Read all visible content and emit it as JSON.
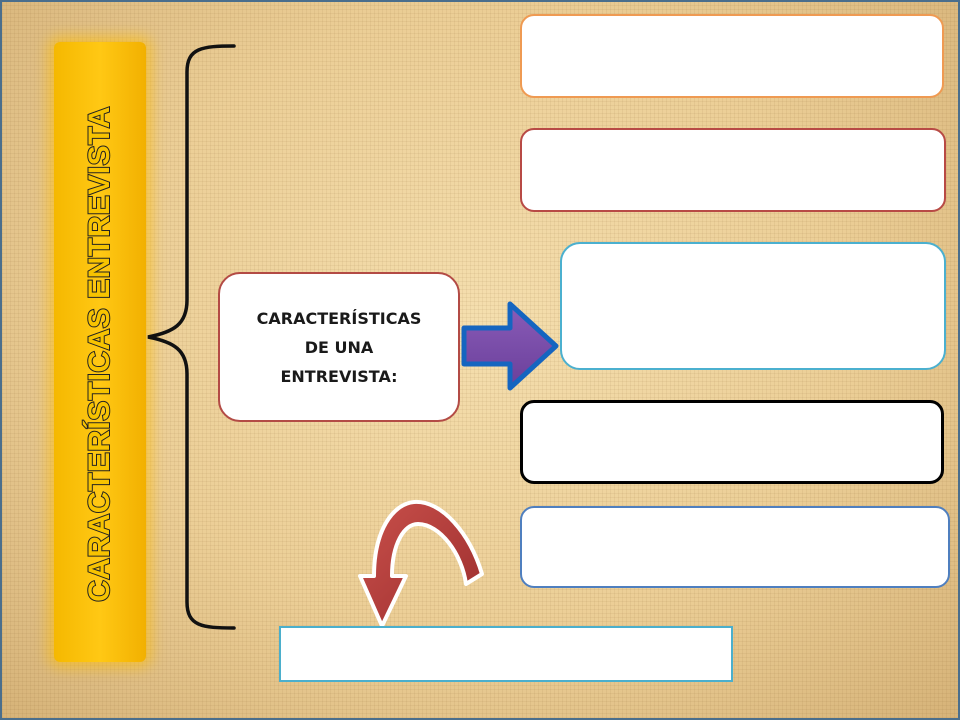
{
  "title": "CARACTERÍSTICAS ENTREVISTA",
  "center_box": {
    "lines": [
      "CARACTERÍSTICAS",
      "DE UNA",
      "ENTREVISTA:"
    ]
  },
  "boxes": [
    {
      "text": "",
      "border_color": "#ef9a52"
    },
    {
      "text": "",
      "border_color": "#b84a45"
    },
    {
      "text": "",
      "border_color": "#4bb0cf"
    },
    {
      "text": "",
      "border_color": "#000000"
    },
    {
      "text": "",
      "border_color": "#4f7fbf"
    },
    {
      "text": "",
      "border_color": "#4bafcc"
    }
  ],
  "colors": {
    "title_band": "#ffc814",
    "right_arrow_fill": "#7a4fa8",
    "right_arrow_outline": "#1565c0",
    "curved_arrow_fill": "#b23a3a"
  },
  "icons": {
    "right_arrow": "arrow-right-icon",
    "curved_arrow": "curved-arrow-icon",
    "brace": "left-brace"
  }
}
